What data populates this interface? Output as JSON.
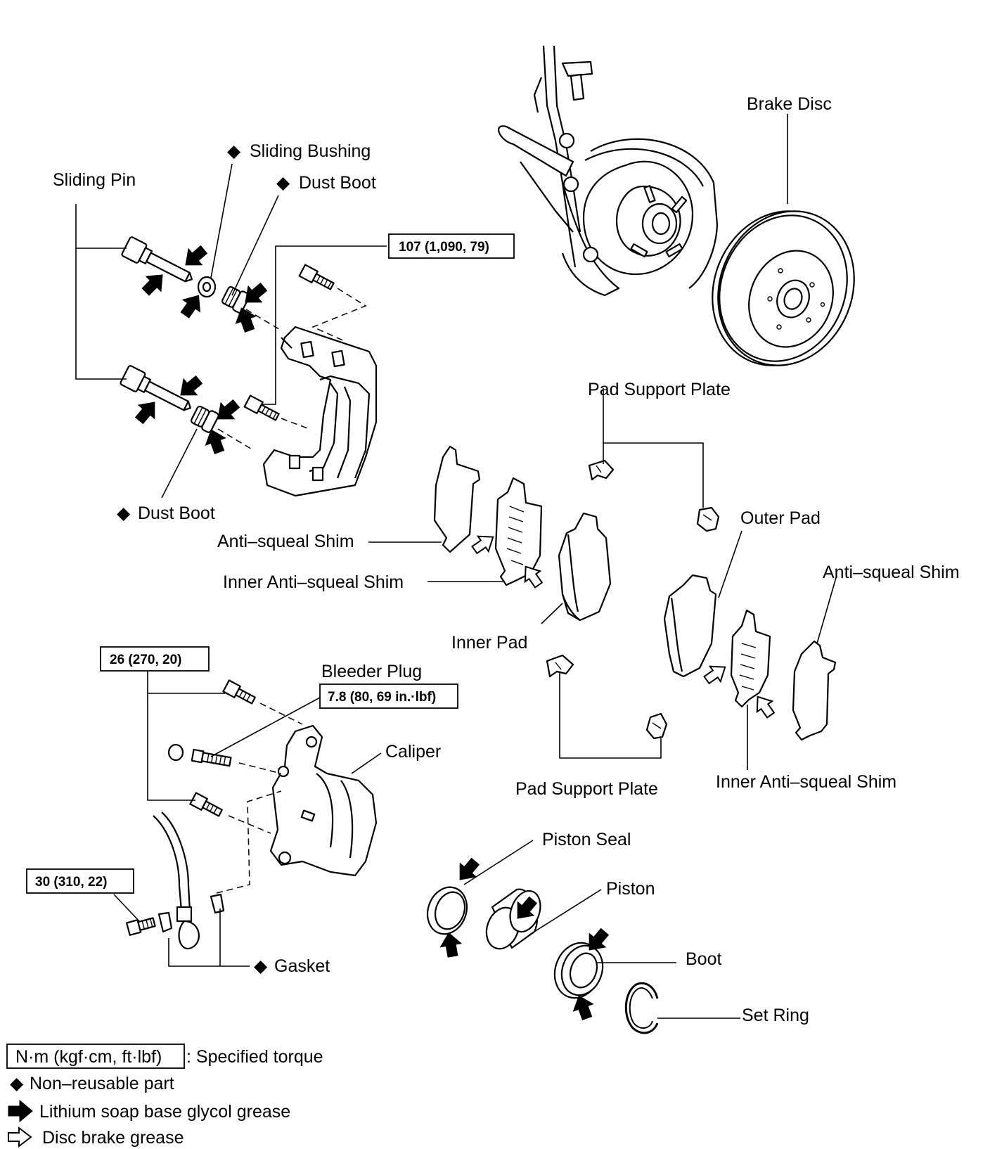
{
  "labels": {
    "brake_disc": "Brake Disc",
    "sliding_bushing": "Sliding Bushing",
    "sliding_pin": "Sliding Pin",
    "dust_boot_upper": "Dust Boot",
    "dust_boot_lower": "Dust Boot",
    "pad_support_plate_upper": "Pad Support Plate",
    "outer_pad": "Outer Pad",
    "anti_squeal_shim_left": "Anti–squeal Shim",
    "inner_anti_squeal_shim_left": "Inner Anti–squeal Shim",
    "anti_squeal_shim_right": "Anti–squeal Shim",
    "inner_pad": "Inner Pad",
    "bleeder_plug": "Bleeder Plug",
    "caliper": "Caliper",
    "pad_support_plate_lower": "Pad Support Plate",
    "inner_anti_squeal_shim_right": "Inner Anti–squeal Shim",
    "piston_seal": "Piston Seal",
    "piston": "Piston",
    "boot": "Boot",
    "set_ring": "Set Ring",
    "gasket": "Gasket"
  },
  "torques": {
    "mounting_bolt": "107 (1,090, 79)",
    "caliper_bolt": "26 (270, 20)",
    "bleeder_plug": "7.8 (80, 69 in.·lbf)",
    "union_bolt": "30 (310, 22)"
  },
  "legend": {
    "torque_box": "N·m (kgf·cm, ft·lbf)",
    "torque_text": ": Specified torque",
    "non_reusable": "Non–reusable part",
    "lithium_grease": "Lithium soap base glycol grease",
    "disc_grease": "Disc brake grease"
  },
  "symbols": {
    "non_reusable": "◆",
    "lithium_grease_icon": "solid-arrow-icon",
    "disc_grease_icon": "outline-arrow-icon"
  }
}
